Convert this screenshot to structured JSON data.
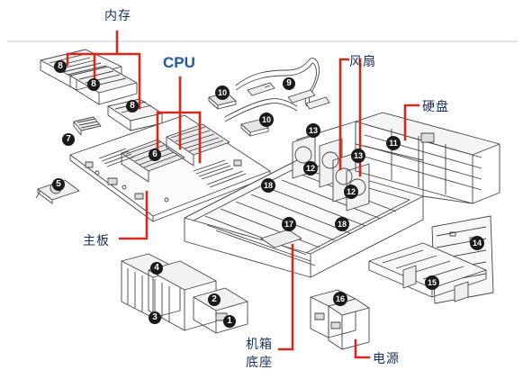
{
  "labels": {
    "memory": "内存",
    "cpu": "CPU",
    "fans": "风扇",
    "hdd": "硬盘",
    "motherboard": "主板",
    "chassis_line1": "机箱",
    "chassis_line2": "底座",
    "psu": "电源"
  },
  "callouts": [
    "1",
    "2",
    "3",
    "4",
    "5",
    "6",
    "7",
    "8",
    "8",
    "8",
    "9",
    "10",
    "10",
    "11",
    "12",
    "12",
    "13",
    "13",
    "14",
    "15",
    "16",
    "17",
    "18",
    "18"
  ],
  "colors": {
    "leader": "#d42a1e",
    "label": "#1b2f5c",
    "cpu": "#1f5aa6",
    "badge": "#1a1a1a",
    "line": "#444444",
    "rule": "#bfc6cf"
  }
}
